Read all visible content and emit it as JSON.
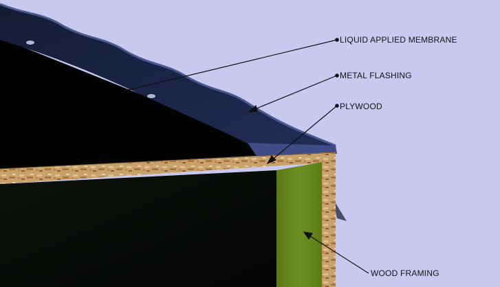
{
  "diagram": {
    "callouts": [
      {
        "id": "membrane",
        "label": "LIQUID APPLIED MEMBRANE"
      },
      {
        "id": "flashing",
        "label": "METAL FLASHING"
      },
      {
        "id": "plywood",
        "label": "PLYWOOD"
      },
      {
        "id": "framing",
        "label": "WOOD FRAMING"
      }
    ]
  },
  "colors": {
    "background": "#c9c9ef",
    "membrane": "#2c3566",
    "flashing": "#5a6aa8",
    "plywood": "#c79a66",
    "framing": "#6b8a1c",
    "interior": "#050805"
  }
}
